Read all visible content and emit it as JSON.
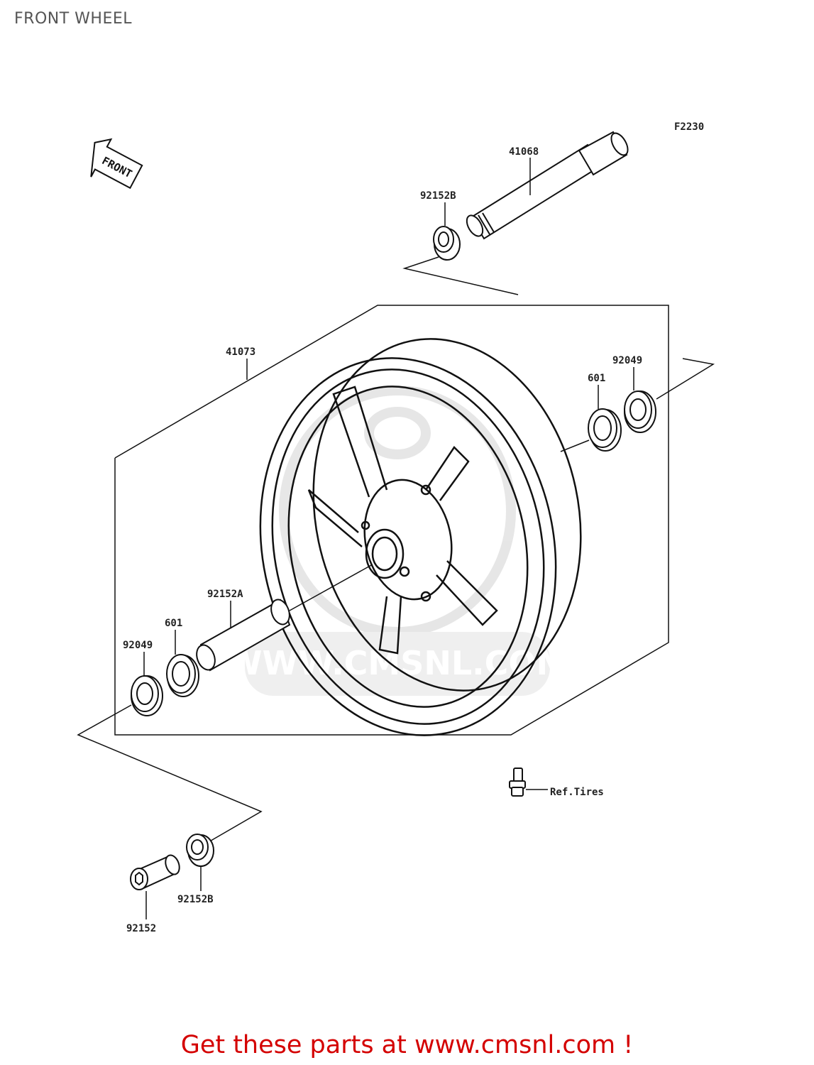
{
  "header": {
    "title": "FRONT WHEEL"
  },
  "diagram": {
    "figure_code": "F2230",
    "front_arrow": "FRONT",
    "watermark": "WWW.CMSNL.COM",
    "callouts": {
      "axle": "41068",
      "collar_upper": "92152B",
      "wheel": "41073",
      "oil_seal_right": "92049",
      "bearing_right": "601",
      "spacer_center": "92152A",
      "bearing_left": "601",
      "oil_seal_left": "92049",
      "collar_lower": "92152B",
      "collar_left": "92152",
      "valve_ref": "Ref.Tires"
    }
  },
  "footer": {
    "link_text": "Get these parts at www.cmsnl.com !"
  }
}
